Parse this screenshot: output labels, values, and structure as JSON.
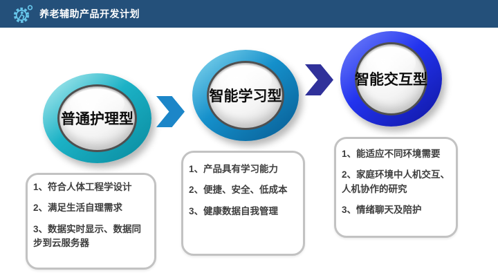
{
  "slide": {
    "header": {
      "title": "养老辅助产品开发计划"
    },
    "stages": [
      {
        "label": "普通护理型",
        "items": [
          "1、符合人体工程学设计",
          "2、满足生活自理需求",
          "3、数据实时显示、数据同步到云服务器"
        ]
      },
      {
        "label": "智能学习型",
        "items": [
          "1、产品具有学习能力",
          "2、便捷、安全、低成本",
          "3、健康数据自我管理"
        ]
      },
      {
        "label": "智能交互型",
        "items": [
          "1、能适应不同环境需要",
          "2、家庭环境中人机交互、人机协作的研究",
          "3、情绪聊天及陪护"
        ]
      }
    ],
    "icons": {
      "header_icon": "gear-person-icon",
      "arrow_icon": "chevron-right-icon"
    }
  },
  "colors": {
    "header-bg": "#24507A",
    "header-icon": "#67C6EA",
    "title-color": "#FFFFFF",
    "s1-light": "#A9E9EE",
    "s1-main": "#1CB2C6",
    "s1-dark": "#0A8CA0",
    "s2-light": "#7DD2EC",
    "s2-main": "#1590CB",
    "s2-dark": "#095F96",
    "s3-light": "#6C7CF9",
    "s3-main": "#2233EE",
    "s3-dark": "#1118A6",
    "arrow1": "#1C86C8",
    "arrow2": "#30319A",
    "box-border": "#C2C2C2",
    "box-text": "#3E3E3E"
  }
}
